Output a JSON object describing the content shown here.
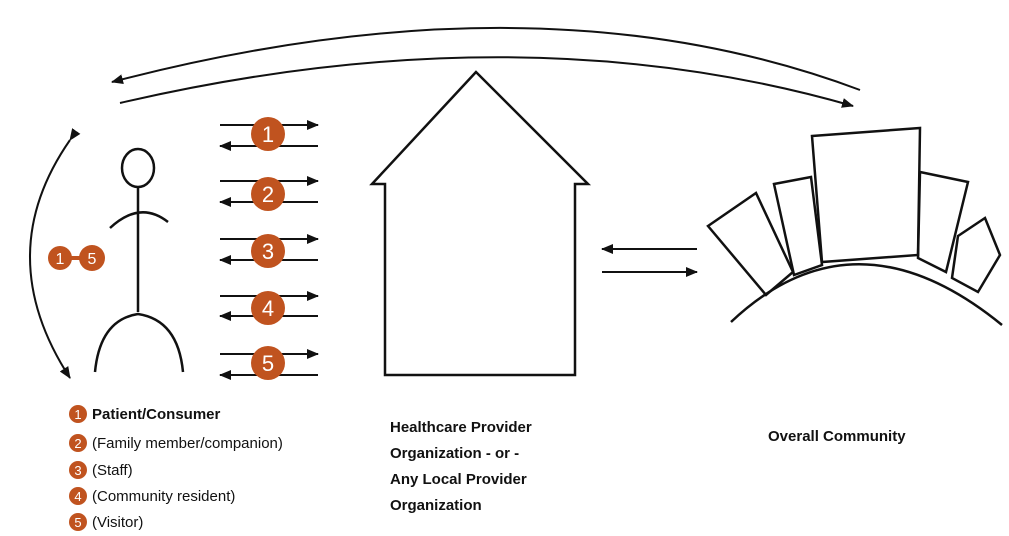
{
  "colors": {
    "badge": "#c0531f",
    "ink": "#111111",
    "background": "#ffffff"
  },
  "flow_badges": [
    "1",
    "2",
    "3",
    "4",
    "5"
  ],
  "range_badge": {
    "from": "1",
    "to": "5"
  },
  "legend": [
    {
      "num": "1",
      "text": "Patient/Consumer"
    },
    {
      "num": "2",
      "text": "(Family member/companion)"
    },
    {
      "num": "3",
      "text": "(Staff)"
    },
    {
      "num": "4",
      "text": "(Community resident)"
    },
    {
      "num": "5",
      "text": "(Visitor)"
    }
  ],
  "provider_label": [
    "Healthcare Provider",
    "Organization - or -",
    "Any Local Provider",
    "Organization"
  ],
  "community_label": "Overall Community",
  "icons": [
    "stick-figure-icon",
    "house-icon",
    "community-buildings-icon"
  ]
}
